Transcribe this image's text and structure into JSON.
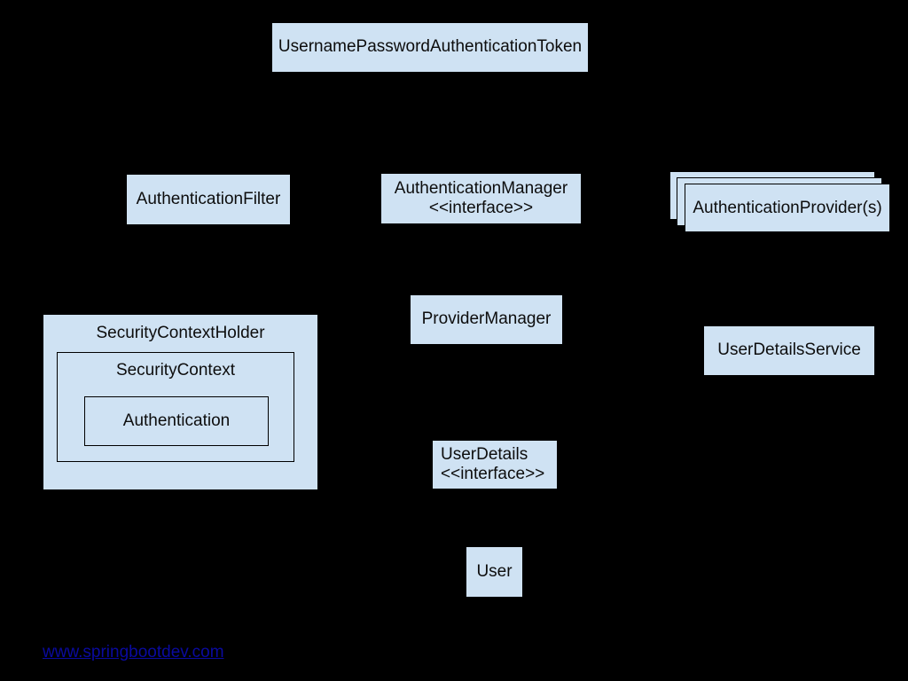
{
  "diagram": {
    "title_hint": "Spring Security authentication architecture diagram",
    "colors": {
      "background": "#000000",
      "box_fill": "#cfe2f3",
      "box_border": "#000000",
      "text": "#0d0d0d",
      "link": "#0a0aa0"
    },
    "nodes": {
      "token": {
        "label": "UsernamePasswordAuthenticationToken"
      },
      "auth_filter": {
        "label": "AuthenticationFilter"
      },
      "auth_manager": {
        "label": "AuthenticationManager",
        "stereotype": "<<interface>>"
      },
      "auth_provider": {
        "label": "AuthenticationProvider(s)"
      },
      "provider_manager": {
        "label": "ProviderManager"
      },
      "user_details_service": {
        "label": "UserDetailsService"
      },
      "security_context_holder": {
        "label": "SecurityContextHolder"
      },
      "security_context": {
        "label": "SecurityContext"
      },
      "authentication": {
        "label": "Authentication"
      },
      "user_details": {
        "label": "UserDetails",
        "stereotype": "<<interface>>"
      },
      "user": {
        "label": "User"
      }
    },
    "footer": {
      "link_text": "www.springbootdev.com"
    }
  }
}
